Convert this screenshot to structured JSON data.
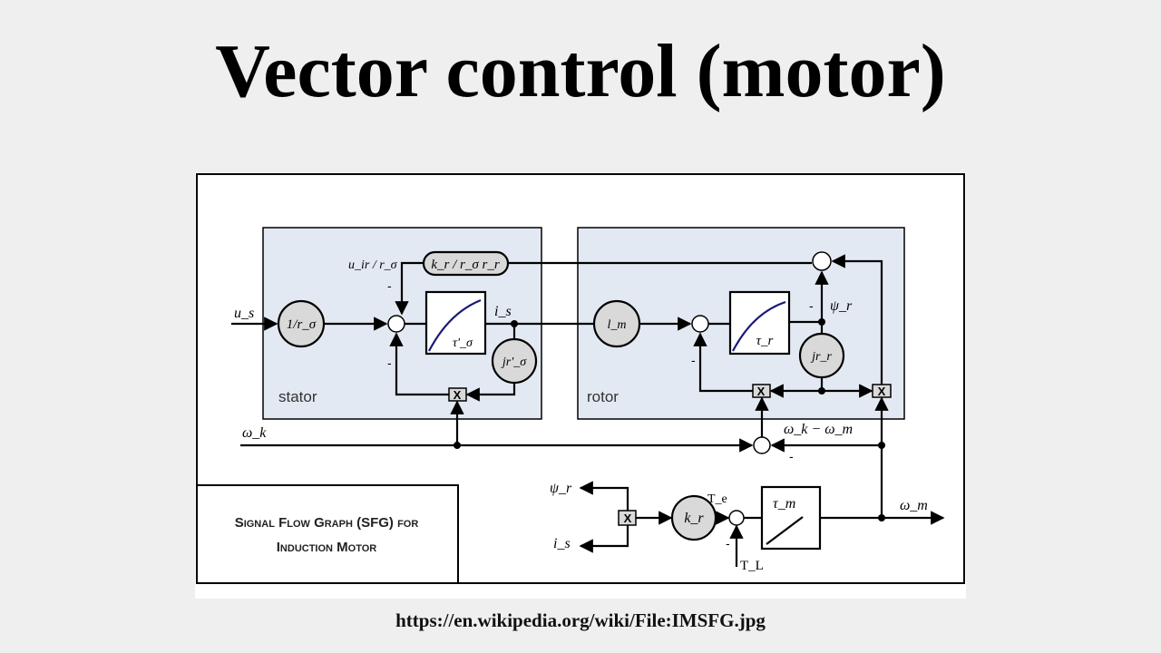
{
  "title": "Vector control (motor)",
  "source_url": "https://en.wikipedia.org/wiki/File:IMSFG.jpg",
  "diagram": {
    "caption_line1": "Signal Flow Graph (SFG) for",
    "caption_line2": "Induction Motor",
    "colors": {
      "block_fill": "#e3e9f2",
      "gain_fill": "#d9d9d9",
      "curve": "#1a1a7a"
    },
    "stator": {
      "label": "stator",
      "input": "u_s",
      "gain": "1/r_σ",
      "feedback_label": "u_ir / r_σ",
      "coupling_gain": "k_r / r_σ r_r",
      "time_const": "τ'_σ",
      "output": "i_s",
      "cross_gain": "jr'_σ",
      "minus": "-"
    },
    "rotor": {
      "label": "rotor",
      "gain": "l_m",
      "time_const": "τ_r",
      "output": "ψ_r",
      "cross_gain": "jr_r",
      "minus": "-"
    },
    "speed": {
      "omega_k": "ω_k",
      "slip": "ω_k − ω_m",
      "omega_m": "ω_m",
      "minus": "-"
    },
    "mechanical": {
      "psi": "ψ_r",
      "is": "i_s",
      "torque_gain": "k_r",
      "te": "T_e",
      "tl": "T_L",
      "time_const": "τ_m",
      "multiplier": "X",
      "minus": "-"
    }
  }
}
